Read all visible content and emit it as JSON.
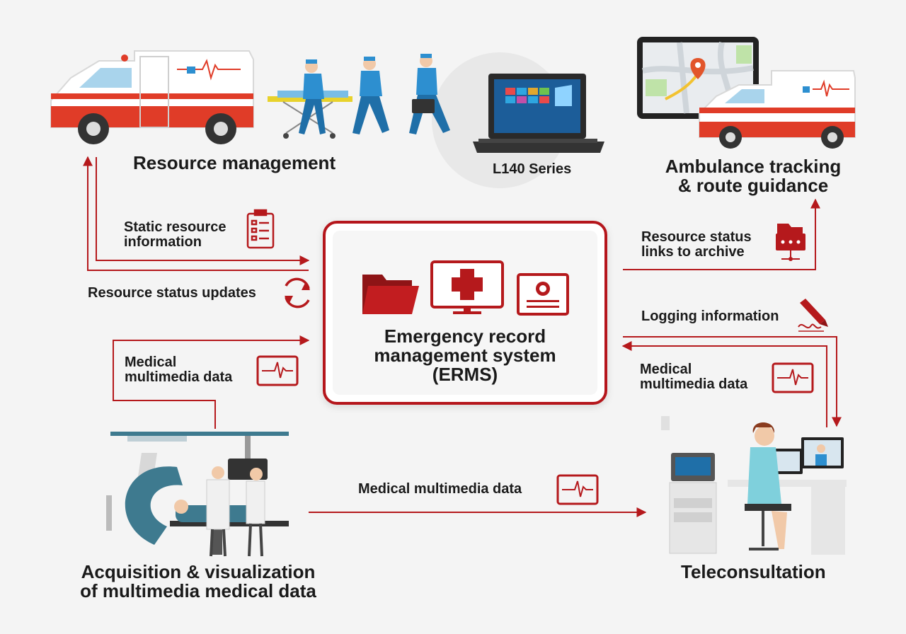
{
  "labels": {
    "resource_management": "Resource management",
    "laptop_model": "L140 Series",
    "ambulance_tracking": [
      "Ambulance tracking",
      "& route guidance"
    ],
    "static_resource": [
      "Static resource",
      "information"
    ],
    "resource_status_updates": "Resource status updates",
    "resource_status_links": [
      "Resource status",
      "links to archive"
    ],
    "logging_information": "Logging information",
    "medical_multimedia_left": [
      "Medical",
      "multimedia data"
    ],
    "medical_multimedia_right": [
      "Medical",
      "multimedia data"
    ],
    "medical_multimedia_bottom": "Medical multimedia data",
    "erms": [
      "Emergency record",
      "management system",
      "(ERMS)"
    ],
    "acquisition": [
      "Acquisition & visualization",
      "of multimedia medical data"
    ],
    "teleconsultation": "Teleconsultation"
  },
  "colors": {
    "accent_red": "#b5191c",
    "dark_red": "#8e1416",
    "text": "#1a1a1a",
    "background": "#f4f4f4",
    "medical_blue": "#2d8fd0",
    "teal": "#3e7a8f"
  },
  "icons": [
    "ambulance-icon",
    "paramedics-icon",
    "laptop-icon",
    "map-route-icon",
    "checklist-icon",
    "refresh-icon",
    "archive-server-icon",
    "signature-pen-icon",
    "ecg-monitor-icon",
    "folder-icon",
    "medical-monitor-icon",
    "certificate-icon",
    "c-arm-xray-icon",
    "doctor-workstation-icon"
  ]
}
